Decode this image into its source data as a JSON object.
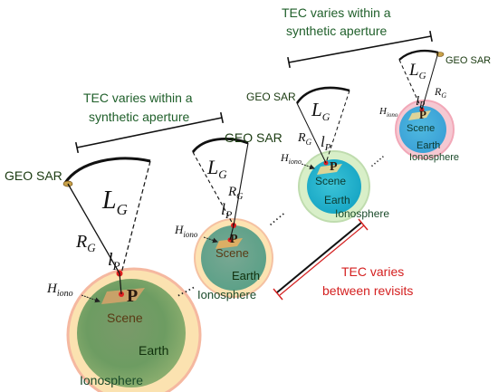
{
  "labels": {
    "tec_within": [
      "TEC varies within a",
      "synthetic aperture"
    ],
    "tec_between": [
      "TEC varies",
      "between revisits"
    ],
    "geo_sar": "GEO SAR",
    "L": "L",
    "L_sub": "G",
    "R": "R",
    "R_sub": "G",
    "l": "l",
    "l_sub": "P",
    "H": "H",
    "H_sub": "iono",
    "P": "P",
    "scene": "Scene",
    "earth": "Earth",
    "ionosphere": "Ionosphere"
  },
  "colors": {
    "tec_within_text": "#1f5f2a",
    "tec_between_text": "#d42020",
    "geo_sar_text": "#1a3a10",
    "label_text": "#111111",
    "earth_green": "#5f9e57",
    "earth_cyan": "#2ab7d6",
    "iono_outer": "#fce4b0",
    "scene_arrow": "#e8b060",
    "point_red": "#e02020"
  },
  "dots": "....."
}
